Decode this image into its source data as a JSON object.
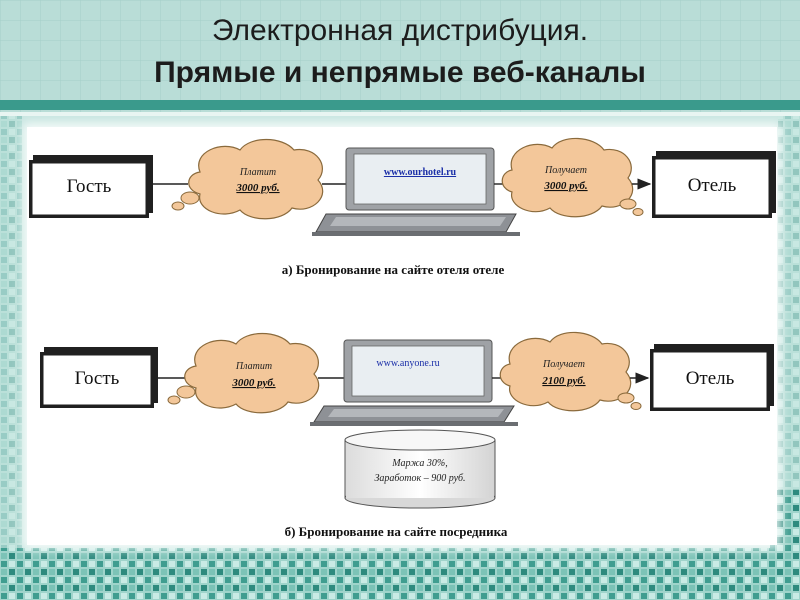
{
  "slide": {
    "title_line1": "Электронная дистрибуция.",
    "title_line2": "Прямые и непрямые веб-каналы"
  },
  "colors": {
    "header_bg": "#b9ddd7",
    "header_rule": "#3a9a8c",
    "mosaic_dark": "#3f9d90",
    "mosaic_light": "#9fd4cb",
    "cloud_fill": "#f3c79a",
    "cloud_stroke": "#8a6a3c",
    "laptop_frame": "#9fa2a6",
    "db_fill": "#f2f2f2"
  },
  "diagram_a": {
    "guest": "Гость",
    "hotel": "Отель",
    "pays_label": "Платит",
    "pays_amount": "3000 руб.",
    "site_url": "www.ourhotel.ru",
    "receives_label": "Получает",
    "receives_amount": "3000 руб.",
    "caption": "а) Бронирование на сайте отеля отеле"
  },
  "diagram_b": {
    "guest": "Гость",
    "hotel": "Отель",
    "pays_label": "Платит",
    "pays_amount": "3000 руб.",
    "site_url": "www.anyone.ru",
    "receives_label": "Получает",
    "receives_amount": "2100 руб.",
    "margin_line": "Маржа 30%,",
    "earnings_line": "Заработок – 900 руб.",
    "caption": "б) Бронирование на сайте посредника"
  }
}
